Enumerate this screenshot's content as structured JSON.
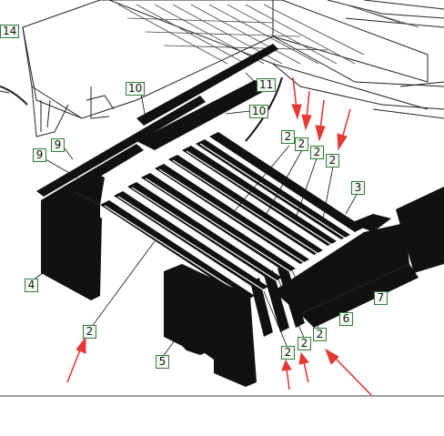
{
  "diagram": {
    "callouts": [
      "14",
      "10",
      "11",
      "10",
      "9",
      "9",
      "2",
      "2",
      "2",
      "2",
      "3",
      "4",
      "2",
      "7",
      "6",
      "5",
      "2",
      "2",
      "2"
    ]
  },
  "colors": {
    "panel_fill": "#111111",
    "line": "#222222",
    "callout_border": "#2e7d32",
    "callout_fill": "#f4fbf4",
    "arrow": "#e53935"
  }
}
